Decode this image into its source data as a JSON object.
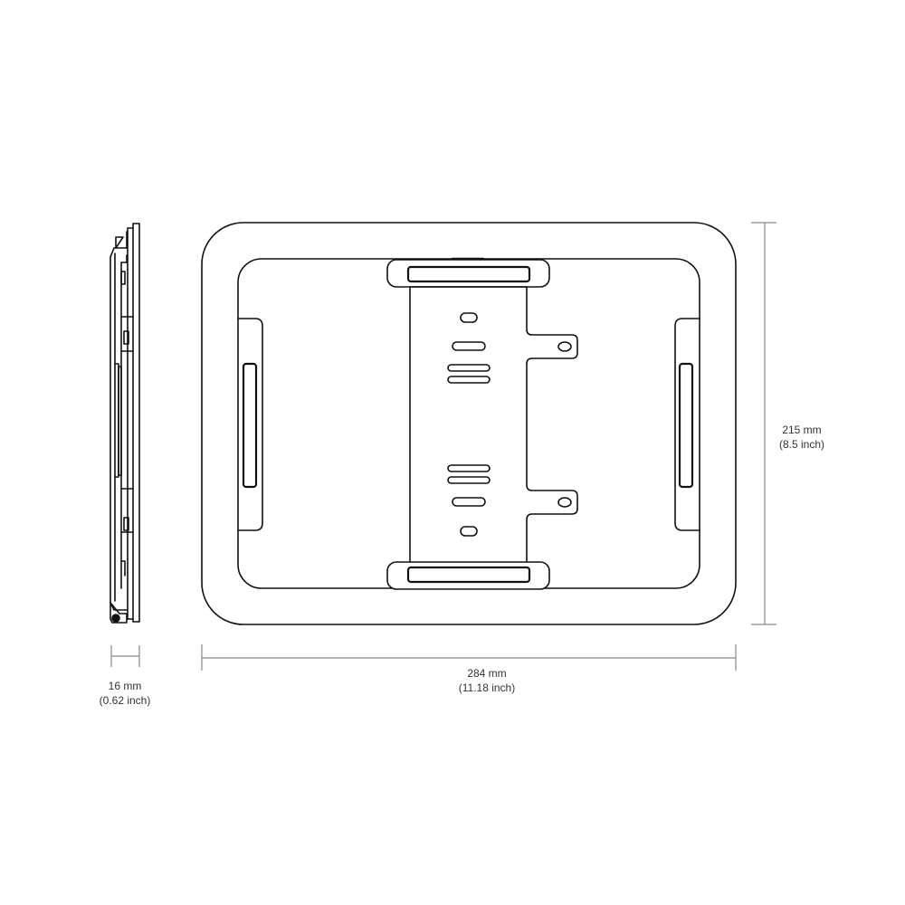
{
  "drawing": {
    "type": "technical dimension drawing",
    "views": [
      "side-profile",
      "front-view"
    ],
    "line_color": "#111111",
    "dimension_line_color": "#888888",
    "text_color": "#333333"
  },
  "dimensions": {
    "depth": {
      "mm": "16 mm",
      "inch": "(0.62 inch)"
    },
    "width": {
      "mm": "284 mm",
      "inch": "(11.18 inch)"
    },
    "height": {
      "mm": "215 mm",
      "inch": "(8.5 inch)"
    }
  }
}
